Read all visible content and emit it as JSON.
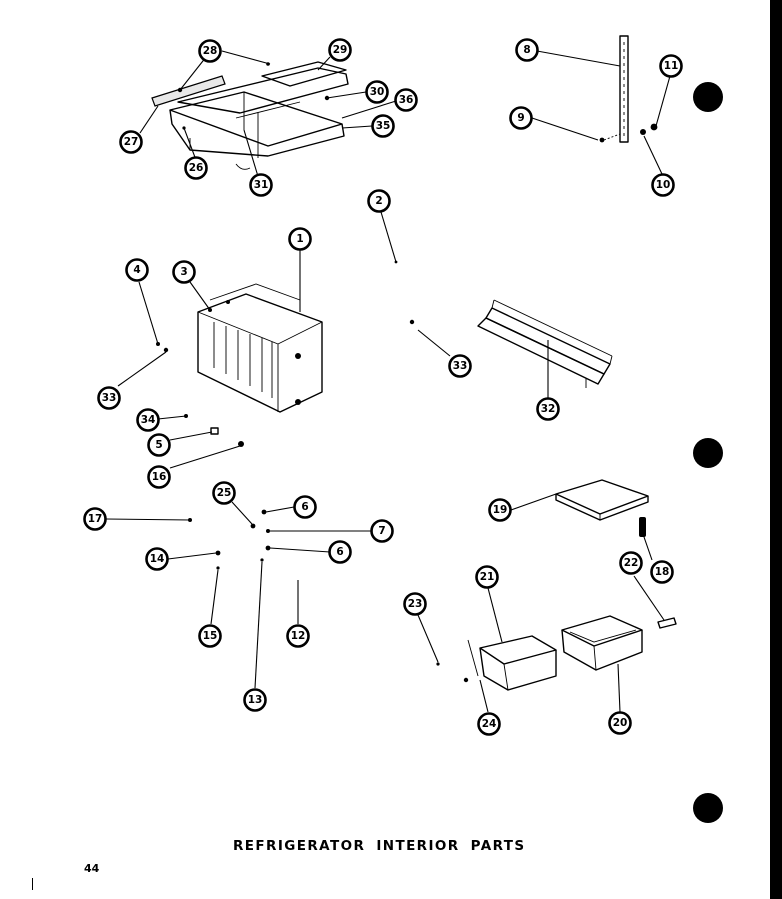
{
  "caption": "REFRIGERATOR INTERIOR PARTS",
  "page_number": "44",
  "callouts": [
    {
      "label": "28"
    },
    {
      "label": "29"
    },
    {
      "label": "30"
    },
    {
      "label": "36"
    },
    {
      "label": "35"
    },
    {
      "label": "27"
    },
    {
      "label": "26"
    },
    {
      "label": "31"
    },
    {
      "label": "8"
    },
    {
      "label": "11"
    },
    {
      "label": "9"
    },
    {
      "label": "10"
    },
    {
      "label": "2"
    },
    {
      "label": "1"
    },
    {
      "label": "4"
    },
    {
      "label": "3"
    },
    {
      "label": "33"
    },
    {
      "label": "33"
    },
    {
      "label": "32"
    },
    {
      "label": "34"
    },
    {
      "label": "5"
    },
    {
      "label": "16"
    },
    {
      "label": "25"
    },
    {
      "label": "6"
    },
    {
      "label": "7"
    },
    {
      "label": "17"
    },
    {
      "label": "6"
    },
    {
      "label": "14"
    },
    {
      "label": "15"
    },
    {
      "label": "12"
    },
    {
      "label": "13"
    },
    {
      "label": "19"
    },
    {
      "label": "18"
    },
    {
      "label": "22"
    },
    {
      "label": "21"
    },
    {
      "label": "23"
    },
    {
      "label": "20"
    },
    {
      "label": "24"
    }
  ]
}
